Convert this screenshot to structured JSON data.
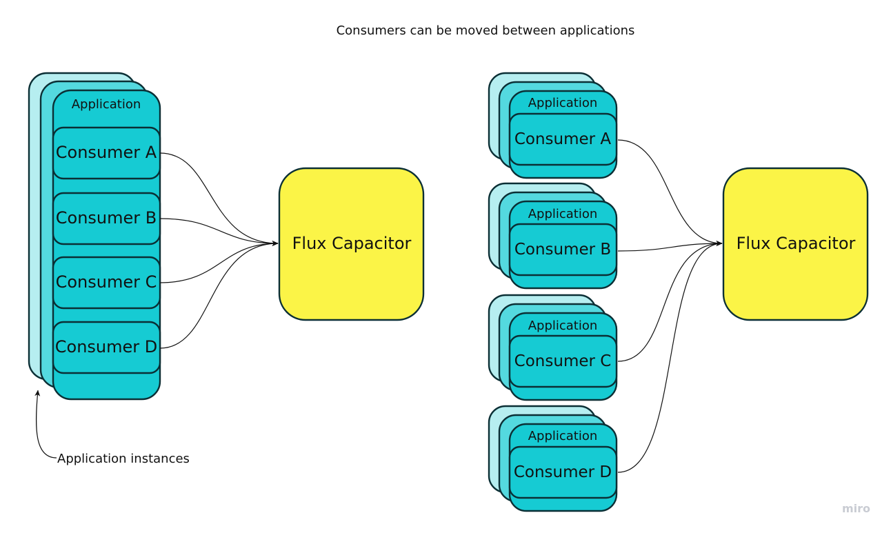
{
  "title": "Consumers can be moved between applications",
  "left_group": {
    "application_label": "Application",
    "consumers": [
      "Consumer A",
      "Consumer B",
      "Consumer C",
      "Consumer D"
    ],
    "instances_label": "Application instances"
  },
  "right_group": {
    "application_label": "Application",
    "consumers": [
      "Consumer A",
      "Consumer B",
      "Consumer C",
      "Consumer D"
    ]
  },
  "flux_left": "Flux Capacitor",
  "flux_right": "Flux Capacitor",
  "watermark": "miro",
  "colors": {
    "app_back": "#b6eef0",
    "app_mid": "#54d9df",
    "app_front": "#16cbd3",
    "consumer": "#16cbd3",
    "flux": "#fbf447",
    "stroke": "#0b2f35",
    "edge": "#111111"
  }
}
